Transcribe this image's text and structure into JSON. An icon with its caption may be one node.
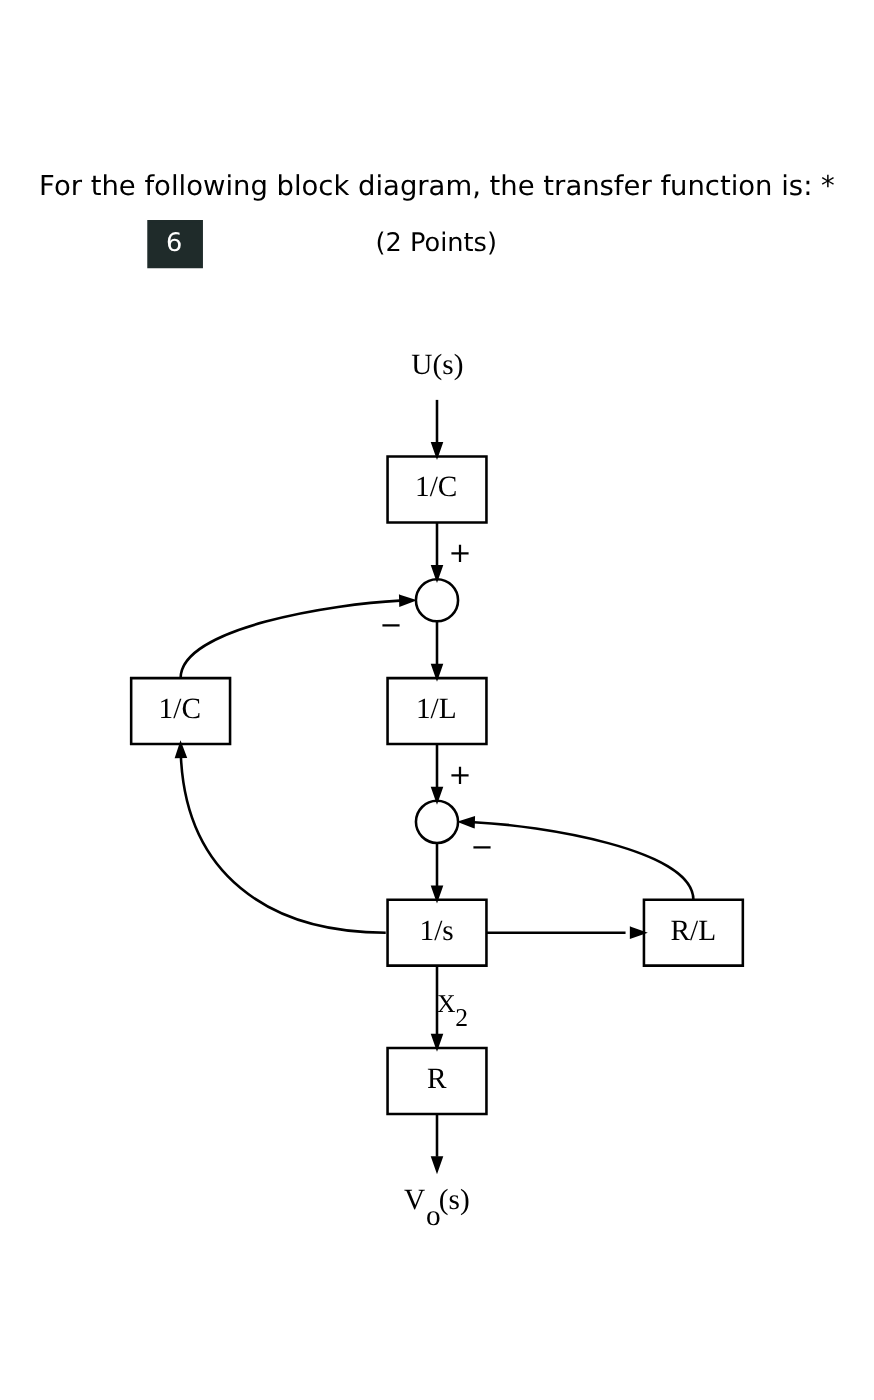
{
  "diagram": {
    "title": "For the following block diagram, the transfer function is: *",
    "nodes": [
      {
        "text": [
          "U(s)"
        ]
      },
      {
        "text": [
          "1/C"
        ]
      },
      {
        "text": [],
        "shape": "circle"
      },
      {
        "text": [
          "1/L"
        ]
      },
      {
        "text": [
          "1/C"
        ]
      },
      {
        "text": [],
        "shape": "circle"
      },
      {
        "text": [
          "R/L"
        ]
      },
      {
        "text": [
          "1/s"
        ]
      },
      {
        "text": [
          "R"
        ]
      },
      {
        "text": [
          "V$_{o}$(s)"
        ]
      }
    ],
    "edges": [
      {
        "from": 0,
        "to": 1,
        "arrow": "to"
      },
      {
        "from": 1,
        "to": 2,
        "arrow": "to",
        "label": "+"
      },
      {
        "from": 2,
        "to": 3,
        "arrow": "to"
      },
      {
        "from": 3,
        "to": 5,
        "arrow": "to",
        "label": "+"
      },
      {
        "from": 5,
        "to": 7,
        "arrow": "to"
      },
      {
        "from": 7,
        "to": 8,
        "arrow": "to",
        "label": "X$_{2}$"
      },
      {
        "from": 7,
        "to": 6,
        "arrow": "to"
      },
      {
        "from": 6,
        "to": 5,
        "arrow": "to",
        "label": "−"
      },
      {
        "from": 7,
        "to": 4,
        "arrow": "to"
      },
      {
        "from": 4,
        "to": 2,
        "arrow": "to",
        "label": "−"
      },
      {
        "from": 8,
        "to": 9,
        "arrow": "to"
      }
    ],
    "labels": [
      "6",
      "(2 Points)"
    ]
  }
}
